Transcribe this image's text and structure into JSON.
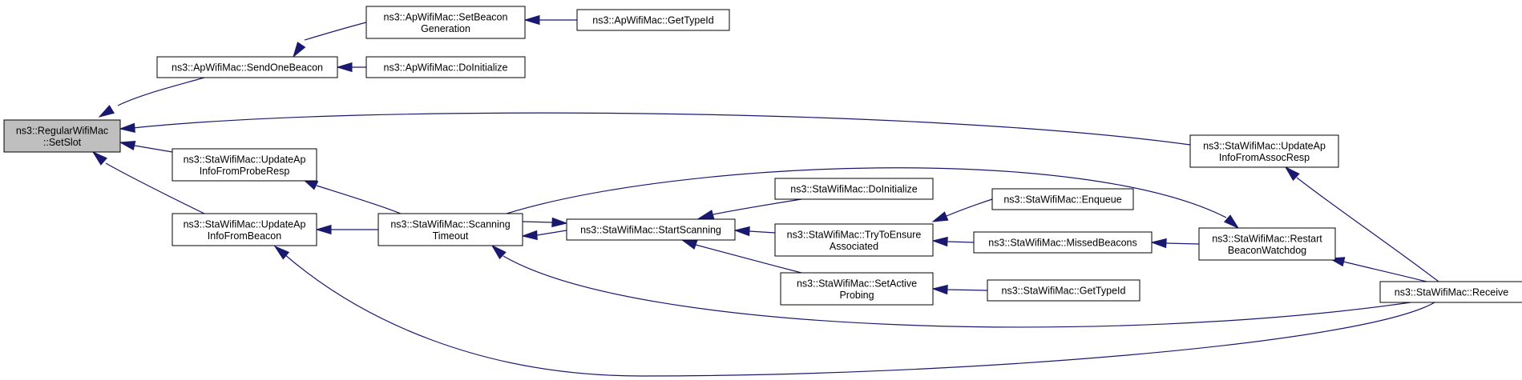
{
  "nodes": [
    {
      "id": "n0",
      "lines": [
        "ns3::RegularWifiMac",
        "::SetSlot"
      ],
      "focus": true
    },
    {
      "id": "n1",
      "lines": [
        "ns3::ApWifiMac::SendOneBeacon"
      ]
    },
    {
      "id": "n2",
      "lines": [
        "ns3::ApWifiMac::SetBeacon",
        "Generation"
      ]
    },
    {
      "id": "n3",
      "lines": [
        "ns3::ApWifiMac::GetTypeId"
      ]
    },
    {
      "id": "n4",
      "lines": [
        "ns3::ApWifiMac::DoInitialize"
      ]
    },
    {
      "id": "n5",
      "lines": [
        "ns3::StaWifiMac::UpdateAp",
        "InfoFromAssocResp"
      ]
    },
    {
      "id": "n6",
      "lines": [
        "ns3::StaWifiMac::UpdateAp",
        "InfoFromProbeResp"
      ]
    },
    {
      "id": "n7",
      "lines": [
        "ns3::StaWifiMac::UpdateAp",
        "InfoFromBeacon"
      ]
    },
    {
      "id": "n8",
      "lines": [
        "ns3::StaWifiMac::Scanning",
        "Timeout"
      ]
    },
    {
      "id": "n9",
      "lines": [
        "ns3::StaWifiMac::StartScanning"
      ]
    },
    {
      "id": "n10",
      "lines": [
        "ns3::StaWifiMac::DoInitialize"
      ]
    },
    {
      "id": "n11",
      "lines": [
        "ns3::StaWifiMac::TryToEnsure",
        "Associated"
      ]
    },
    {
      "id": "n12",
      "lines": [
        "ns3::StaWifiMac::SetActive",
        "Probing"
      ]
    },
    {
      "id": "n13",
      "lines": [
        "ns3::StaWifiMac::Enqueue"
      ]
    },
    {
      "id": "n14",
      "lines": [
        "ns3::StaWifiMac::MissedBeacons"
      ]
    },
    {
      "id": "n15",
      "lines": [
        "ns3::StaWifiMac::GetTypeId"
      ]
    },
    {
      "id": "n16",
      "lines": [
        "ns3::StaWifiMac::Restart",
        "BeaconWatchdog"
      ]
    },
    {
      "id": "n17",
      "lines": [
        "ns3::StaWifiMac::Receive"
      ]
    }
  ],
  "edges": [
    {
      "from": "n1",
      "to": "n0"
    },
    {
      "from": "n2",
      "to": "n1"
    },
    {
      "from": "n3",
      "to": "n2"
    },
    {
      "from": "n4",
      "to": "n1"
    },
    {
      "from": "n5",
      "to": "n0"
    },
    {
      "from": "n6",
      "to": "n0"
    },
    {
      "from": "n7",
      "to": "n0"
    },
    {
      "from": "n8",
      "to": "n6"
    },
    {
      "from": "n8",
      "to": "n7"
    },
    {
      "from": "n9",
      "to": "n8"
    },
    {
      "from": "n8",
      "to": "n9"
    },
    {
      "from": "n10",
      "to": "n9"
    },
    {
      "from": "n11",
      "to": "n9"
    },
    {
      "from": "n12",
      "to": "n9"
    },
    {
      "from": "n13",
      "to": "n11"
    },
    {
      "from": "n14",
      "to": "n11"
    },
    {
      "from": "n15",
      "to": "n12"
    },
    {
      "from": "n16",
      "to": "n14"
    },
    {
      "from": "n8",
      "to": "n16"
    },
    {
      "from": "n17",
      "to": "n5"
    },
    {
      "from": "n17",
      "to": "n16"
    },
    {
      "from": "n17",
      "to": "n8"
    },
    {
      "from": "n17",
      "to": "n7"
    }
  ]
}
